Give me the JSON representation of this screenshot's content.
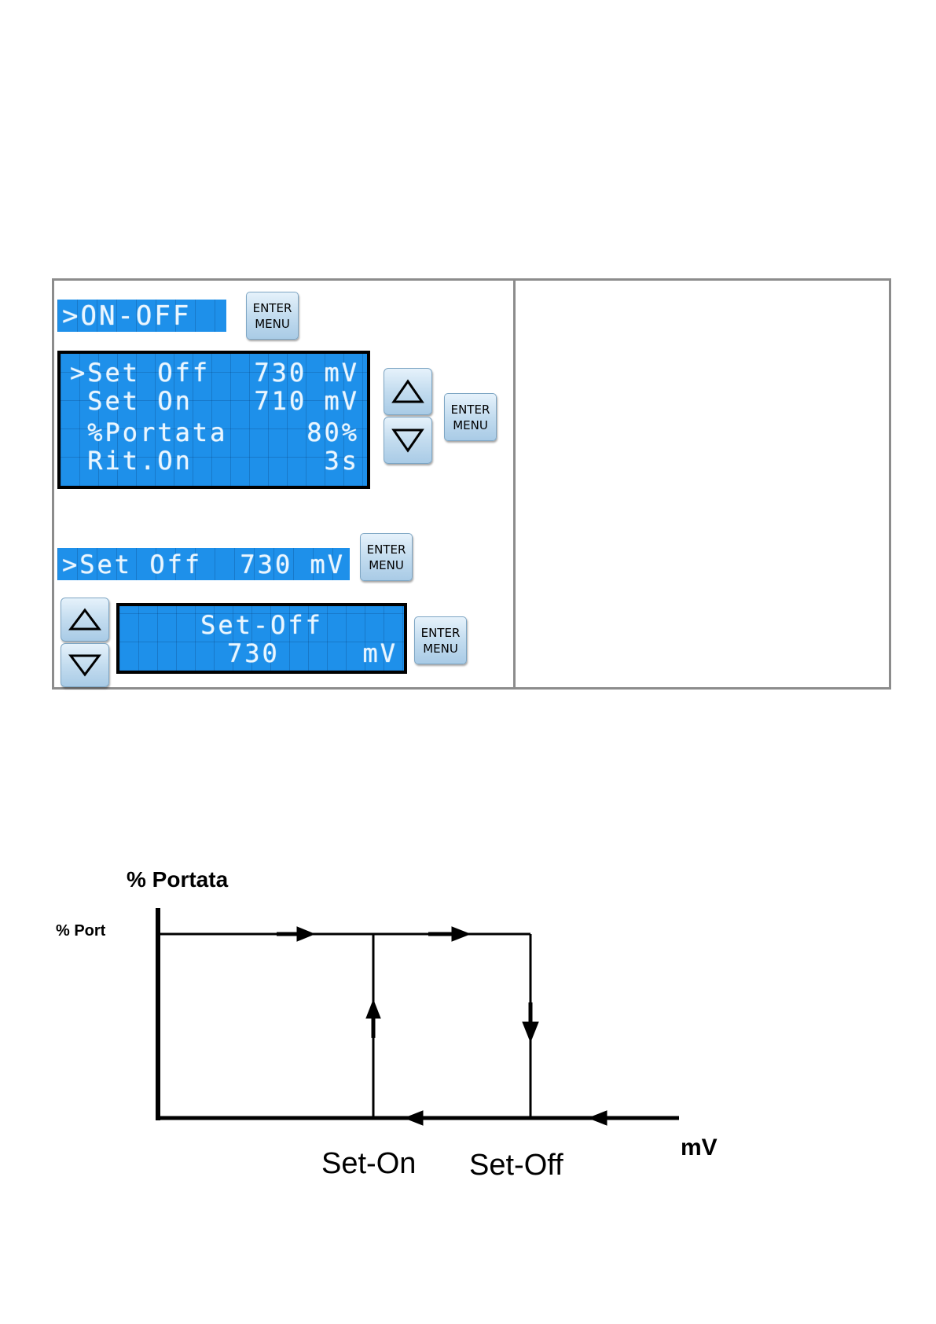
{
  "panel": {
    "menu_bar_text": ">ON-OFF",
    "enter_button": {
      "line1": "ENTER",
      "line2": "MENU"
    },
    "lcd_menu_rows": [
      {
        "label": ">Set Off",
        "value": "730 mV"
      },
      {
        "label": " Set On",
        "value": "710 mV"
      },
      {
        "label": " %Portata",
        "value": "80%"
      },
      {
        "label": " Rit.On",
        "value": "3s"
      }
    ],
    "selected_bar": {
      "label": ">Set Off",
      "value": "730 mV"
    },
    "edit_lcd": {
      "title": "Set-Off",
      "value": "730",
      "unit": "mV"
    }
  },
  "diagram": {
    "title": "% Portata",
    "y_mark": "% Port",
    "x_label": "mV",
    "set_on": "Set-On",
    "set_off": "Set-Off"
  }
}
